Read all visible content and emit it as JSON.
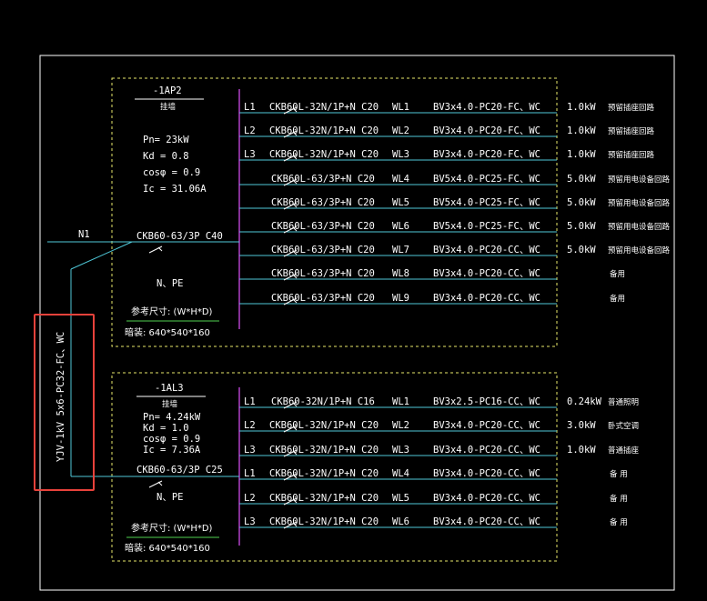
{
  "colors": {
    "background": "#000000",
    "frame": "#ffffff",
    "dashed_box": "#e8e86a",
    "bus": "#b040c8",
    "circuit_line": "#4fc8d8",
    "underline": "#4fd04f",
    "highlight": "#e8423b",
    "text": "#ffffff"
  },
  "incoming": {
    "label": "N1",
    "cable": "YJV-1kV 5x6-PC32-FC、WC"
  },
  "panels": [
    {
      "name": "-1AP2",
      "mounting": "挂墙",
      "pn": "Pn= 23kW",
      "kd": "Kd = 0.8",
      "cos": "cosφ = 0.9",
      "ic": "Ic = 31.06A",
      "main_breaker": "CKB60-63/3P C40",
      "npe": "N、PE",
      "size_label": "参考尺寸:  (W*H*D)",
      "size": "暗装: 640*540*160",
      "circuits": [
        {
          "phase": "L1",
          "breaker": "CKB60L-32N/1P+N C20",
          "wl": "WL1",
          "cable": "BV3x4.0-PC20-FC、WC",
          "power": "1.0kW",
          "desc": "预留插座回路"
        },
        {
          "phase": "L2",
          "breaker": "CKB60L-32N/1P+N C20",
          "wl": "WL2",
          "cable": "BV3x4.0-PC20-FC、WC",
          "power": "1.0kW",
          "desc": "预留插座回路"
        },
        {
          "phase": "L3",
          "breaker": "CKB60L-32N/1P+N C20",
          "wl": "WL3",
          "cable": "BV3x4.0-PC20-FC、WC",
          "power": "1.0kW",
          "desc": "预留插座回路"
        },
        {
          "phase": "",
          "breaker": "CKB60L-63/3P+N C20",
          "wl": "WL4",
          "cable": "BV5x4.0-PC25-FC、WC",
          "power": "5.0kW",
          "desc": "预留用电设备回路"
        },
        {
          "phase": "",
          "breaker": "CKB60L-63/3P+N C20",
          "wl": "WL5",
          "cable": "BV5x4.0-PC25-FC、WC",
          "power": "5.0kW",
          "desc": "预留用电设备回路"
        },
        {
          "phase": "",
          "breaker": "CKB60L-63/3P+N C20",
          "wl": "WL6",
          "cable": "BV5x4.0-PC25-FC、WC",
          "power": "5.0kW",
          "desc": "预留用电设备回路"
        },
        {
          "phase": "",
          "breaker": "CKB60L-63/3P+N C20",
          "wl": "WL7",
          "cable": "BV3x4.0-PC20-CC、WC",
          "power": "5.0kW",
          "desc": "预留用电设备回路"
        },
        {
          "phase": "",
          "breaker": "CKB60L-63/3P+N C20",
          "wl": "WL8",
          "cable": "BV3x4.0-PC20-CC、WC",
          "power": "",
          "desc": "备用"
        },
        {
          "phase": "",
          "breaker": "CKB60L-63/3P+N C20",
          "wl": "WL9",
          "cable": "BV3x4.0-PC20-CC、WC",
          "power": "",
          "desc": "备用"
        }
      ]
    },
    {
      "name": "-1AL3",
      "mounting": "挂墙",
      "pn": "Pn= 4.24kW",
      "kd": "Kd = 1.0",
      "cos": "cosφ = 0.9",
      "ic": "Ic = 7.36A",
      "main_breaker": "CKB60-63/3P C25",
      "npe": "N、PE",
      "size_label": "参考尺寸:  (W*H*D)",
      "size": "暗装: 640*540*160",
      "circuits": [
        {
          "phase": "L1",
          "breaker": "CKB60-32N/1P+N C16",
          "wl": "WL1",
          "cable": "BV3x2.5-PC16-CC、WC",
          "power": "0.24kW",
          "desc": "普通照明"
        },
        {
          "phase": "L2",
          "breaker": "CKB60L-32N/1P+N C20",
          "wl": "WL2",
          "cable": "BV3x4.0-PC20-CC、WC",
          "power": "3.0kW",
          "desc": "卧式空调"
        },
        {
          "phase": "L3",
          "breaker": "CKB60L-32N/1P+N C20",
          "wl": "WL3",
          "cable": "BV3x4.0-PC20-CC、WC",
          "power": "1.0kW",
          "desc": "普通插座"
        },
        {
          "phase": "L1",
          "breaker": "CKB60L-32N/1P+N C20",
          "wl": "WL4",
          "cable": "BV3x4.0-PC20-CC、WC",
          "power": "",
          "desc": "备 用"
        },
        {
          "phase": "L2",
          "breaker": "CKB60L-32N/1P+N C20",
          "wl": "WL5",
          "cable": "BV3x4.0-PC20-CC、WC",
          "power": "",
          "desc": "备 用"
        },
        {
          "phase": "L3",
          "breaker": "CKB60L-32N/1P+N C20",
          "wl": "WL6",
          "cable": "BV3x4.0-PC20-CC、WC",
          "power": "",
          "desc": "备 用"
        }
      ]
    }
  ]
}
